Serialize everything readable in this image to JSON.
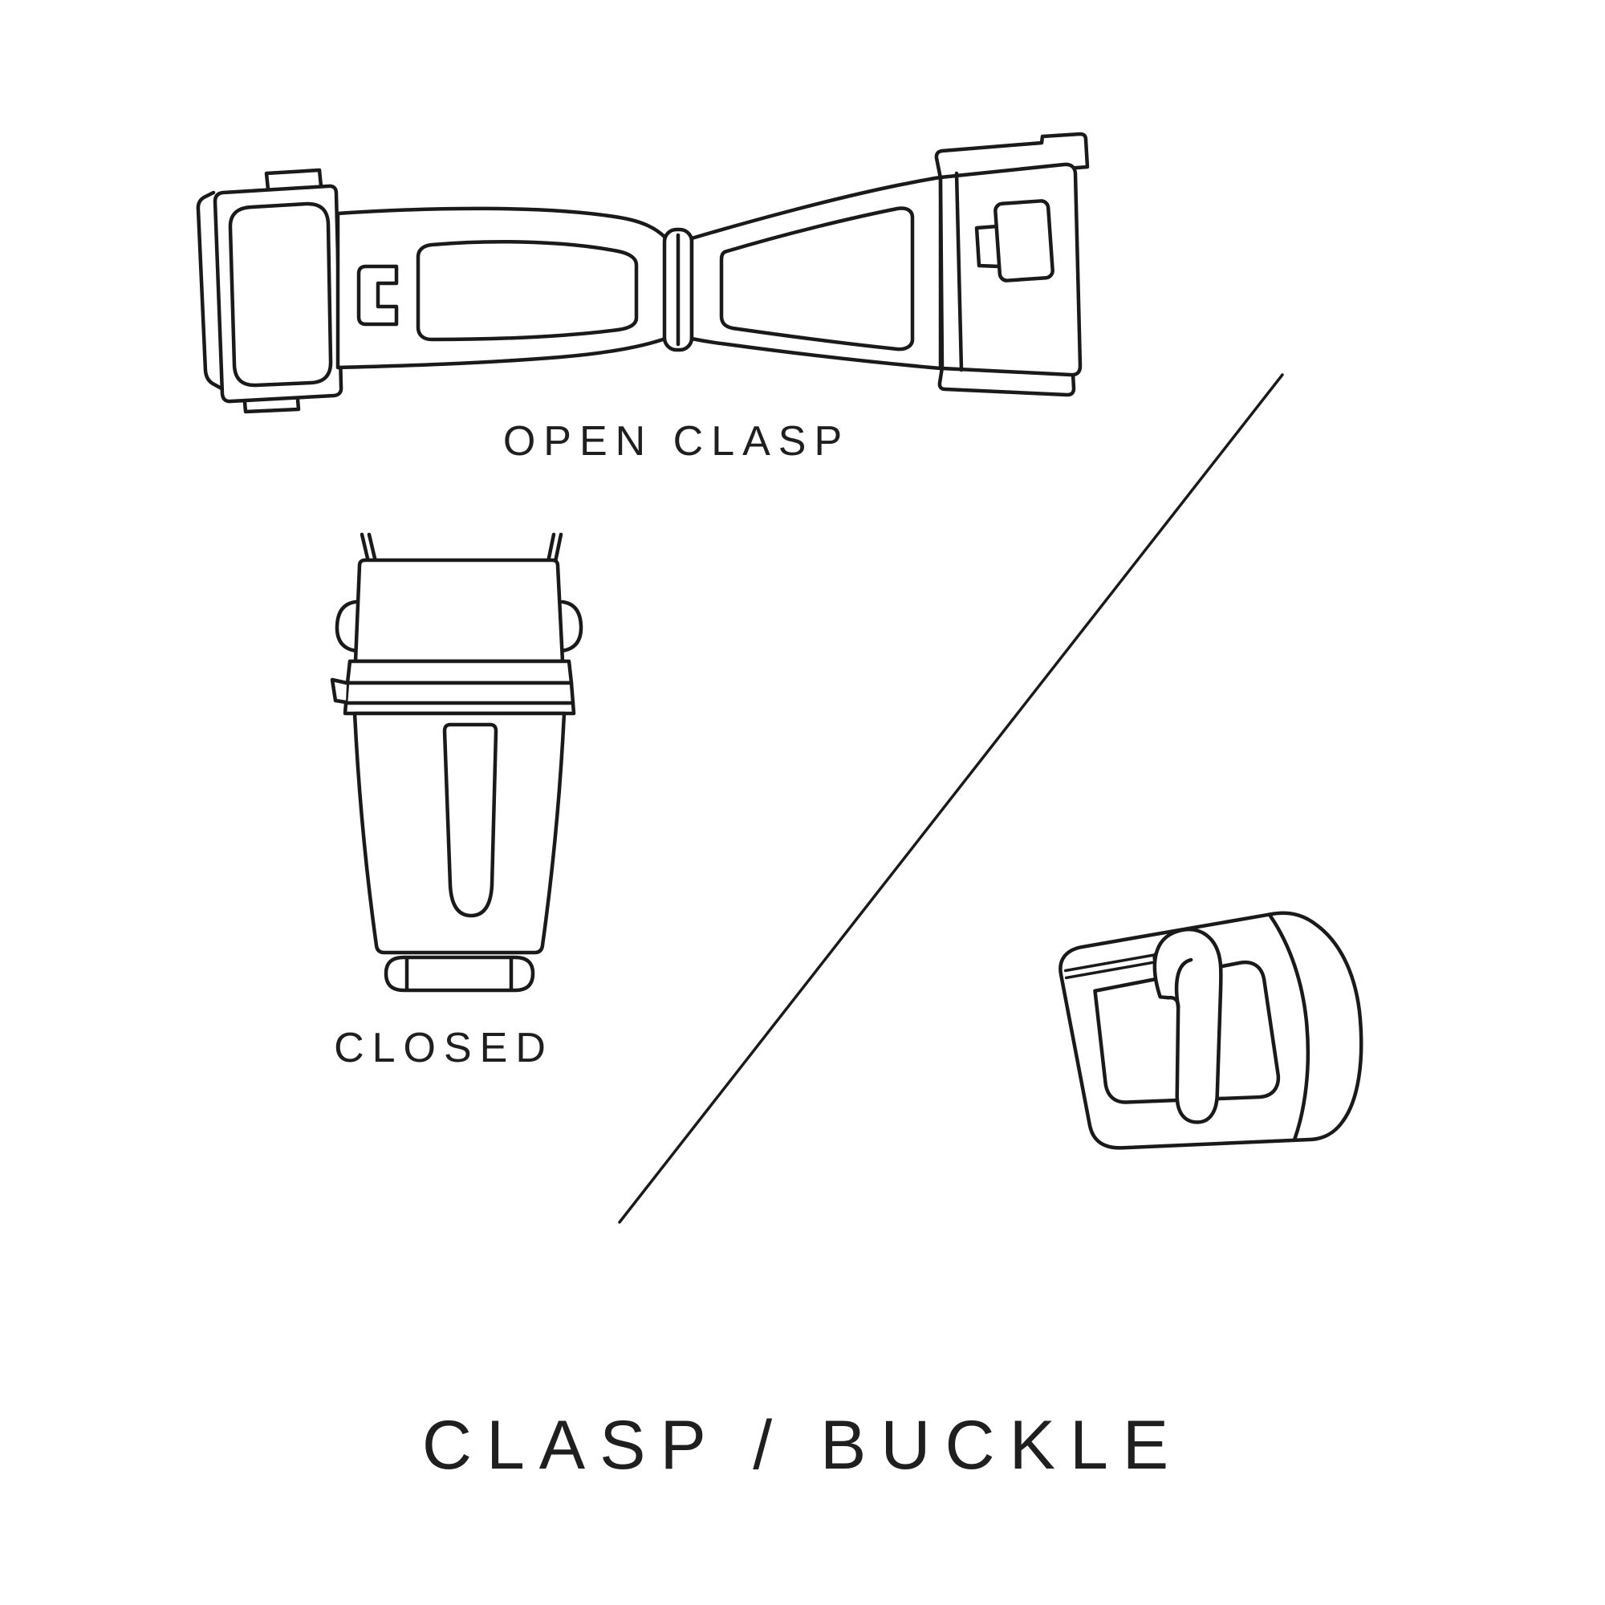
{
  "canvas": {
    "background": "#ffffff",
    "stroke_color": "#1a1a1a",
    "text_color": "#1f1f1f"
  },
  "labels": {
    "open_clasp": "OPEN CLASP",
    "closed": "CLOSED"
  },
  "title": "CLASP / BUCKLE",
  "illustrations": [
    {
      "name": "open-clasp-illustration",
      "description": "watch deployant clasp shown opened flat"
    },
    {
      "name": "closed-clasp-illustration",
      "description": "watch clasp shown closed, top view"
    },
    {
      "name": "buckle-illustration",
      "description": "tang buckle with prong"
    },
    {
      "name": "divider-line",
      "description": "diagonal separator line"
    }
  ]
}
